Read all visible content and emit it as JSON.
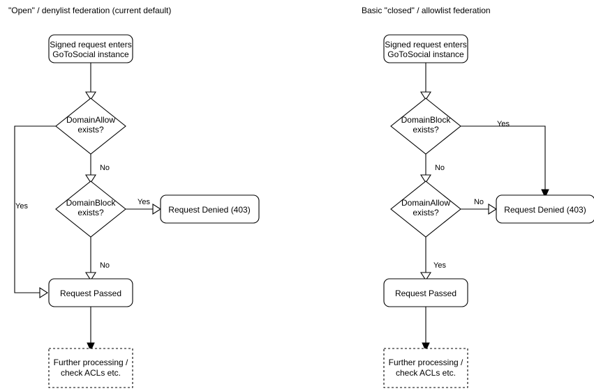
{
  "diagram": {
    "kind": "flowchart",
    "background_color": "#ffffff",
    "stroke_color": "#000000",
    "text_color": "#000000",
    "panels": [
      {
        "id": "denylist",
        "title": "\"Open\" / denylist federation (current default)",
        "nodes": {
          "entry": {
            "label_line1": "Signed request enters",
            "label_line2": "GoToSocial instance",
            "shape": "rounded-rect"
          },
          "decision_first": {
            "label_line1": "DomainAllow",
            "label_line2": "exists?",
            "shape": "diamond"
          },
          "decision_second": {
            "label_line1": "DomainBlock",
            "label_line2": "exists?",
            "shape": "diamond"
          },
          "denied": {
            "label": "Request Denied (403)",
            "shape": "rounded-rect"
          },
          "passed": {
            "label": "Request Passed",
            "shape": "rounded-rect"
          },
          "further": {
            "label_line1": "Further processing /",
            "label_line2": "check ACLs etc.",
            "shape": "dashed-rect"
          }
        },
        "edges": {
          "first_no": "No",
          "first_yes": "Yes",
          "second_yes": "Yes",
          "second_no": "No"
        }
      },
      {
        "id": "allowlist",
        "title": "Basic \"closed\" / allowlist federation",
        "nodes": {
          "entry": {
            "label_line1": "Signed request enters",
            "label_line2": "GoToSocial instance",
            "shape": "rounded-rect"
          },
          "decision_first": {
            "label_line1": "DomainBlock",
            "label_line2": "exists?",
            "shape": "diamond"
          },
          "decision_second": {
            "label_line1": "DomainAllow",
            "label_line2": "exists?",
            "shape": "diamond"
          },
          "denied": {
            "label": "Request Denied (403)",
            "shape": "rounded-rect"
          },
          "passed": {
            "label": "Request Passed",
            "shape": "rounded-rect"
          },
          "further": {
            "label_line1": "Further processing /",
            "label_line2": "check ACLs etc.",
            "shape": "dashed-rect"
          }
        },
        "edges": {
          "first_yes": "Yes",
          "first_no": "No",
          "second_no": "No",
          "second_yes": "Yes"
        }
      }
    ]
  }
}
